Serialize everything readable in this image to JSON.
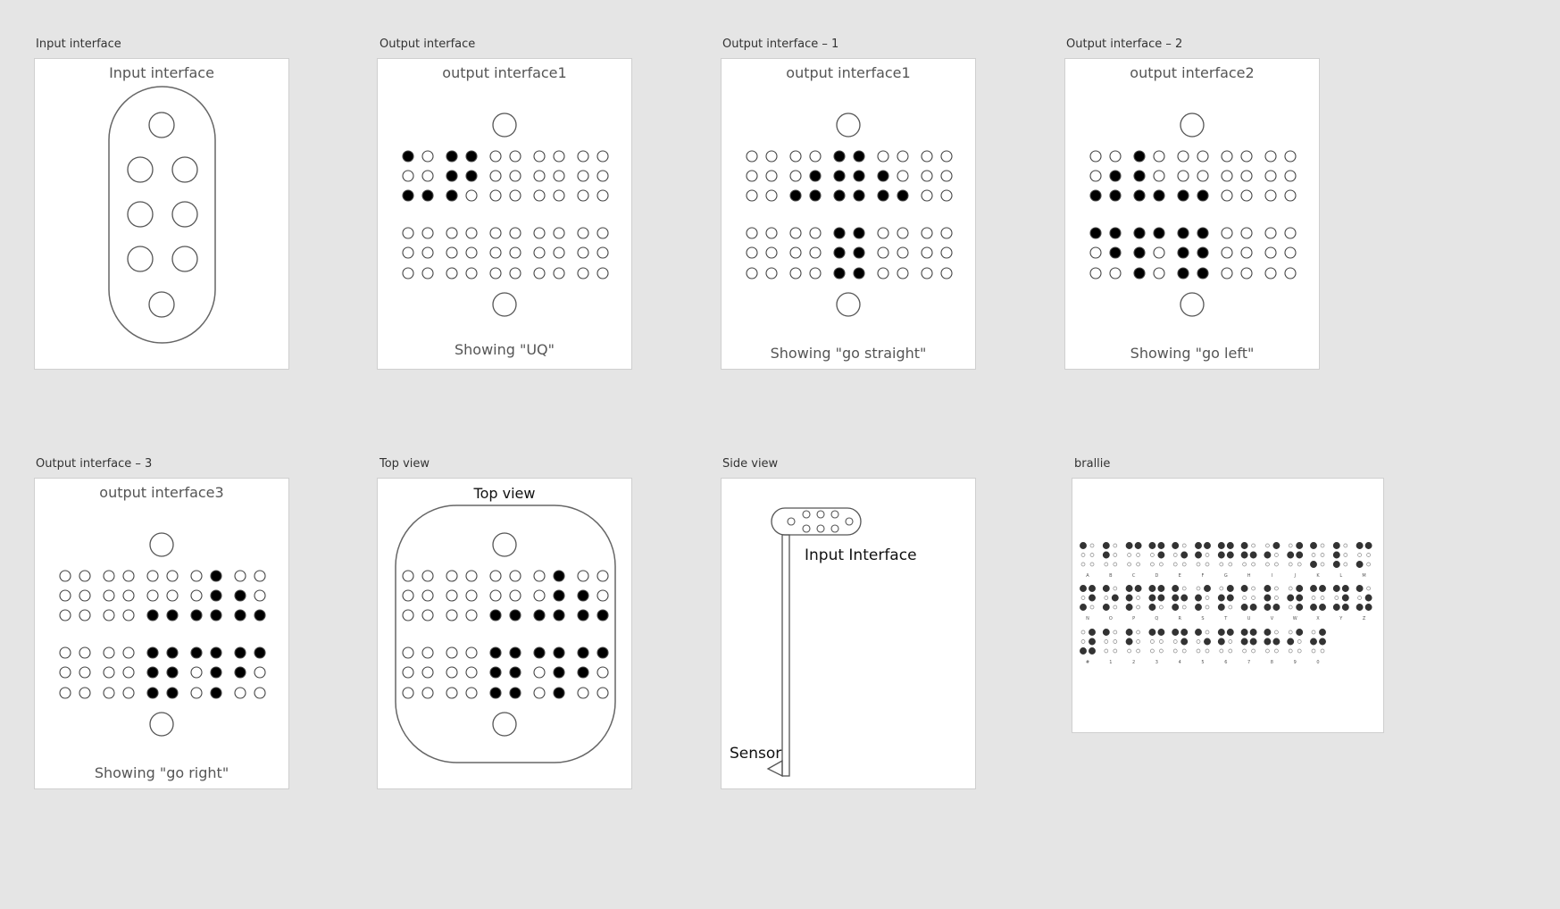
{
  "artboards": [
    {
      "label": "Input interface",
      "title": "Input interface"
    },
    {
      "label": "Output interface",
      "title": "output interface1",
      "caption": "Showing \"UQ\"",
      "grid": [
        [
          1,
          0,
          1,
          1,
          0,
          0,
          0,
          0,
          0,
          0
        ],
        [
          0,
          0,
          1,
          1,
          0,
          0,
          0,
          0,
          0,
          0
        ],
        [
          1,
          1,
          1,
          0,
          0,
          0,
          0,
          0,
          0,
          0
        ],
        [
          0,
          0,
          0,
          0,
          0,
          0,
          0,
          0,
          0,
          0
        ],
        [
          0,
          0,
          0,
          0,
          0,
          0,
          0,
          0,
          0,
          0
        ],
        [
          0,
          0,
          0,
          0,
          0,
          0,
          0,
          0,
          0,
          0
        ]
      ]
    },
    {
      "label": "Output interface – 1",
      "title": "output interface1",
      "caption": "Showing \"go straight\"",
      "grid": [
        [
          0,
          0,
          0,
          0,
          1,
          1,
          0,
          0,
          0,
          0
        ],
        [
          0,
          0,
          0,
          1,
          1,
          1,
          1,
          0,
          0,
          0
        ],
        [
          0,
          0,
          1,
          1,
          1,
          1,
          1,
          1,
          0,
          0
        ],
        [
          0,
          0,
          0,
          0,
          1,
          1,
          0,
          0,
          0,
          0
        ],
        [
          0,
          0,
          0,
          0,
          1,
          1,
          0,
          0,
          0,
          0
        ],
        [
          0,
          0,
          0,
          0,
          1,
          1,
          0,
          0,
          0,
          0
        ]
      ]
    },
    {
      "label": "Output interface – 2",
      "title": "output interface2",
      "caption": "Showing \"go left\"",
      "grid": [
        [
          0,
          0,
          1,
          0,
          0,
          0,
          0,
          0,
          0,
          0
        ],
        [
          0,
          1,
          1,
          0,
          0,
          0,
          0,
          0,
          0,
          0
        ],
        [
          1,
          1,
          1,
          1,
          1,
          1,
          0,
          0,
          0,
          0
        ],
        [
          1,
          1,
          1,
          1,
          1,
          1,
          0,
          0,
          0,
          0
        ],
        [
          0,
          1,
          1,
          0,
          1,
          1,
          0,
          0,
          0,
          0
        ],
        [
          0,
          0,
          1,
          0,
          1,
          1,
          0,
          0,
          0,
          0
        ]
      ]
    },
    {
      "label": "Output interface – 3",
      "title": "output interface3",
      "caption": "Showing \"go right\"",
      "grid": [
        [
          0,
          0,
          0,
          0,
          0,
          0,
          0,
          1,
          0,
          0
        ],
        [
          0,
          0,
          0,
          0,
          0,
          0,
          0,
          1,
          1,
          0
        ],
        [
          0,
          0,
          0,
          0,
          1,
          1,
          1,
          1,
          1,
          1
        ],
        [
          0,
          0,
          0,
          0,
          1,
          1,
          1,
          1,
          1,
          1
        ],
        [
          0,
          0,
          0,
          0,
          1,
          1,
          0,
          1,
          1,
          0
        ],
        [
          0,
          0,
          0,
          0,
          1,
          1,
          0,
          1,
          0,
          0
        ]
      ]
    },
    {
      "label": "Top view",
      "title": "Top view",
      "grid": [
        [
          0,
          0,
          0,
          0,
          0,
          0,
          0,
          1,
          0,
          0
        ],
        [
          0,
          0,
          0,
          0,
          0,
          0,
          0,
          1,
          1,
          0
        ],
        [
          0,
          0,
          0,
          0,
          1,
          1,
          1,
          1,
          1,
          1
        ],
        [
          0,
          0,
          0,
          0,
          1,
          1,
          1,
          1,
          1,
          1
        ],
        [
          0,
          0,
          0,
          0,
          1,
          1,
          0,
          1,
          1,
          0
        ],
        [
          0,
          0,
          0,
          0,
          1,
          1,
          0,
          1,
          0,
          0
        ]
      ]
    },
    {
      "label": "Side view",
      "input_label": "Input Interface",
      "sensor_label": "Sensor"
    },
    {
      "label": "brallie",
      "rows": [
        {
          "letters": [
            "A",
            "B",
            "C",
            "D",
            "E",
            "F",
            "G",
            "H",
            "I",
            "J",
            "K",
            "L",
            "M"
          ]
        },
        {
          "letters": [
            "N",
            "O",
            "P",
            "Q",
            "R",
            "S",
            "T",
            "U",
            "V",
            "W",
            "X",
            "Y",
            "Z"
          ]
        },
        {
          "letters": [
            "#",
            "1",
            "2",
            "3",
            "4",
            "5",
            "6",
            "7",
            "8",
            "9",
            "0"
          ]
        }
      ]
    }
  ],
  "braille_patterns": {
    "A": [
      1
    ],
    "B": [
      1,
      2
    ],
    "C": [
      1,
      4
    ],
    "D": [
      1,
      4,
      5
    ],
    "E": [
      1,
      5
    ],
    "F": [
      1,
      2,
      4
    ],
    "G": [
      1,
      2,
      4,
      5
    ],
    "H": [
      1,
      2,
      5
    ],
    "I": [
      2,
      4
    ],
    "J": [
      2,
      4,
      5
    ],
    "K": [
      1,
      3
    ],
    "L": [
      1,
      2,
      3
    ],
    "M": [
      1,
      3,
      4
    ],
    "N": [
      1,
      3,
      4,
      5
    ],
    "O": [
      1,
      3,
      5
    ],
    "P": [
      1,
      2,
      3,
      4
    ],
    "Q": [
      1,
      2,
      3,
      4,
      5
    ],
    "R": [
      1,
      2,
      3,
      5
    ],
    "S": [
      2,
      3,
      4
    ],
    "T": [
      2,
      3,
      4,
      5
    ],
    "U": [
      1,
      3,
      6
    ],
    "V": [
      1,
      2,
      3,
      6
    ],
    "W": [
      2,
      4,
      5,
      6
    ],
    "X": [
      1,
      3,
      4,
      6
    ],
    "Y": [
      1,
      3,
      4,
      5,
      6
    ],
    "Z": [
      1,
      3,
      5,
      6
    ],
    "#": [
      3,
      4,
      5,
      6
    ],
    "1": [
      1
    ],
    "2": [
      1,
      2
    ],
    "3": [
      1,
      4
    ],
    "4": [
      1,
      4,
      5
    ],
    "5": [
      1,
      5
    ],
    "6": [
      1,
      2,
      4
    ],
    "7": [
      1,
      2,
      4,
      5
    ],
    "8": [
      1,
      2,
      5
    ],
    "9": [
      2,
      4
    ],
    "0": [
      2,
      4,
      5
    ]
  }
}
